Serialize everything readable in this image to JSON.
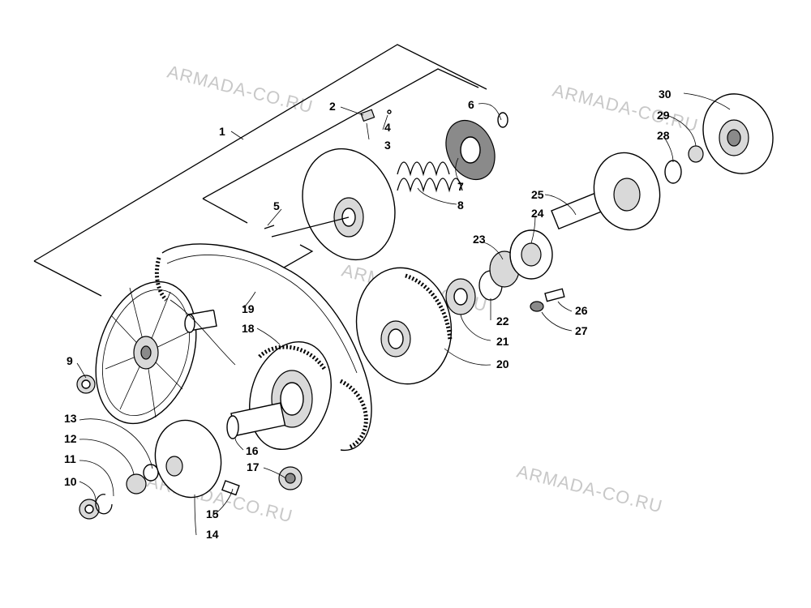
{
  "watermark": "ARMADA-CO.RU",
  "callouts": {
    "c1": "1",
    "c2": "2",
    "c3": "3",
    "c4": "4",
    "c5": "5",
    "c6": "6",
    "c7": "7",
    "c8": "8",
    "c9": "9",
    "c10": "10",
    "c11": "11",
    "c12": "12",
    "c13": "13",
    "c14": "14",
    "c15": "15",
    "c16": "16",
    "c17": "17",
    "c18": "18",
    "c19": "19",
    "c20": "20",
    "c21": "21",
    "c22": "22",
    "c23": "23",
    "c24": "24",
    "c25": "25",
    "c26": "26",
    "c27": "27",
    "c28": "28",
    "c29": "29",
    "c30": "30"
  }
}
